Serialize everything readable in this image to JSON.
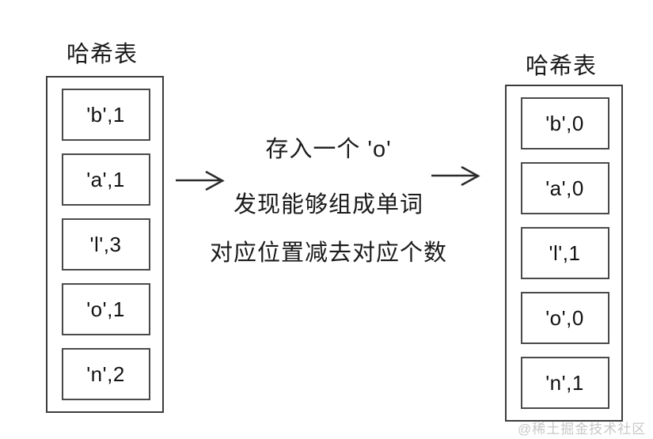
{
  "diagram": {
    "left_table": {
      "title": "哈希表",
      "cells": [
        {
          "label": "'b',1"
        },
        {
          "label": "'a',1"
        },
        {
          "label": "'l',3"
        },
        {
          "label": "'o',1"
        },
        {
          "label": "'n',2"
        }
      ]
    },
    "right_table": {
      "title": "哈希表",
      "cells": [
        {
          "label": "'b',0"
        },
        {
          "label": "'a',0"
        },
        {
          "label": "'l',1"
        },
        {
          "label": "'o',0"
        },
        {
          "label": "'n',1"
        }
      ]
    },
    "center_annotation": {
      "line_1": "存入一个 'o'",
      "line_2": "发现能够组成单词",
      "line_3": "对应位置减去对应个数"
    },
    "arrows": {
      "left_icon": "arrow-right-icon",
      "right_icon": "arrow-right-icon"
    },
    "watermark": "@稀土掘金技术社区",
    "colors": {
      "outer_border": "#3c3c3c",
      "cell_border": "#4a4a4a",
      "text": "#1a1a1a",
      "background": "#ffffff",
      "watermark": "#c8c8c8"
    }
  }
}
